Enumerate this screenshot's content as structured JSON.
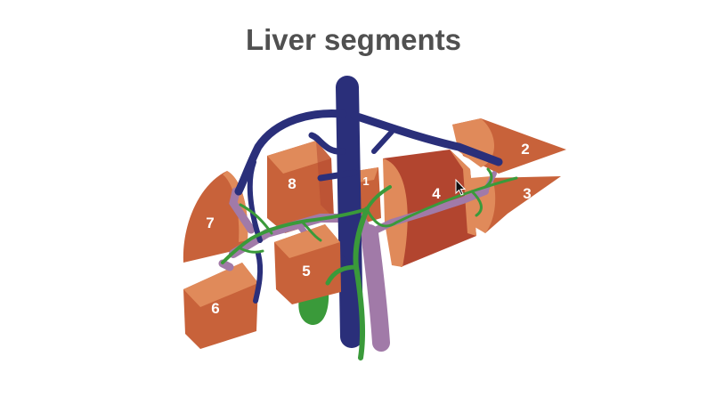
{
  "title": "Liver segments",
  "segments": [
    {
      "id": "1",
      "label": "1"
    },
    {
      "id": "2",
      "label": "2"
    },
    {
      "id": "3",
      "label": "3"
    },
    {
      "id": "4",
      "label": "4"
    },
    {
      "id": "5",
      "label": "5"
    },
    {
      "id": "6",
      "label": "6"
    },
    {
      "id": "7",
      "label": "7"
    },
    {
      "id": "8",
      "label": "8"
    }
  ],
  "colors": {
    "segment_face": "#c8623a",
    "segment_side": "#e08a5a",
    "segment_dark": "#b2452f",
    "hepatic_vein": "#2a2f7a",
    "portal_vein": "#a17aa8",
    "bile_duct": "#3a9a3a",
    "title_text": "#505050"
  },
  "icons": [
    "mouse-cursor-icon"
  ]
}
